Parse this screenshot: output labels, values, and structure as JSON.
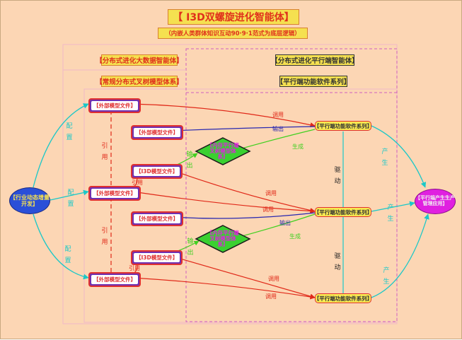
{
  "title": "【 I3D双螺旋进化智能体】",
  "subtitle": "（内嵌人类群体知识互动90·9·1范式为底层逻辑）",
  "headers": {
    "left_top": "【分布式进化大数据智能体】",
    "left_bottom": "【常规分布式叉树模型体系】",
    "right_top": "【分布式进化平行端智能体】",
    "right_bottom": "【平行端功能软件系列】"
  },
  "left_node": "【行业动态增量开发】",
  "right_node": "【平行端产生生产管理应用】",
  "model_files": [
    "【外部模型文件】",
    "【外部模型文件】",
    "【外部模型文件】"
  ],
  "i3d_files": [
    "【I3D模型文件】",
    "【I3D模型文件】"
  ],
  "output_files": [
    "【外部模型文件】",
    "【外部模型文件】"
  ],
  "software": [
    "【平行端功能软件系列】",
    "【平行端功能软件系列】",
    "【平行端功能软件系列】"
  ],
  "diamonds": [
    "【内存平行端叉树模型体系】",
    "【内存平行端叉树模型体系】"
  ],
  "labels": {
    "config": "配置",
    "cite": "引用",
    "call": "调用",
    "output": "输出",
    "generate": "生成",
    "export": "输出",
    "drive": "驱动",
    "produce": "产生"
  },
  "colors": {
    "cyan": "#1ac8c8",
    "red": "#e02818",
    "blue": "#2828b0",
    "green": "#40d020",
    "purple": "#7030b0",
    "yellow": "#f5e050"
  }
}
